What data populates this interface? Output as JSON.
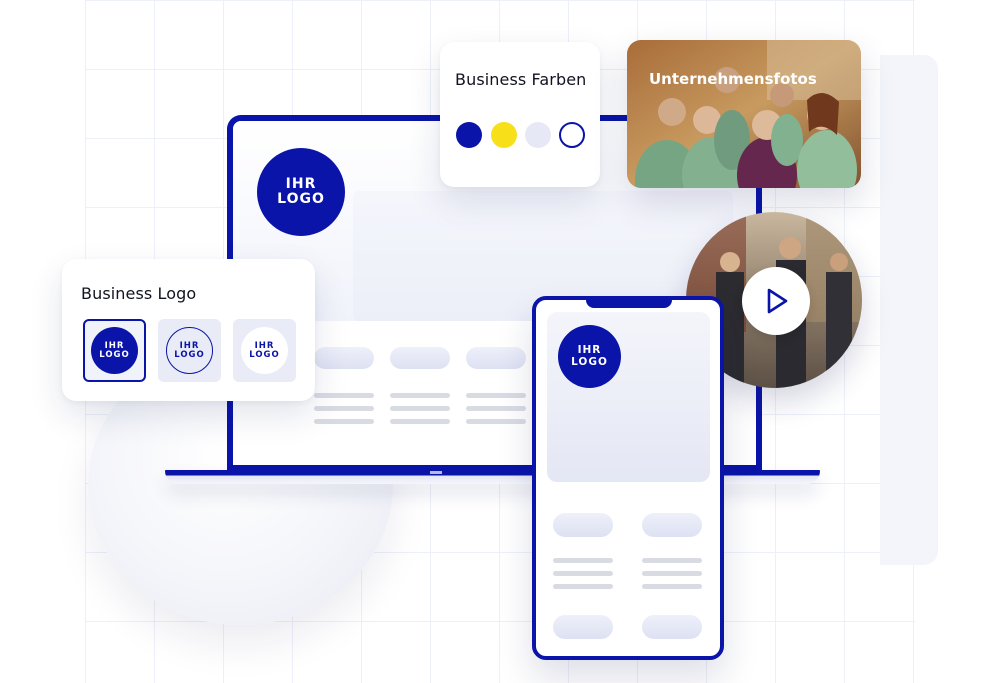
{
  "colors": {
    "brand_blue": "#0a14a8",
    "brand_yellow": "#f7e01a",
    "light_gray_blue": "#e6e9f5",
    "white": "#ffffff",
    "card_title": "#111320"
  },
  "laptop": {
    "logo_line1": "IHR",
    "logo_line2": "LOGO"
  },
  "business_colors_card": {
    "title": "Business Farben",
    "swatches": [
      "#0a14a8",
      "#f7e01a",
      "#e6e9f5",
      "#ffffff-outline"
    ]
  },
  "photos_card": {
    "title": "Unternehmensfotos"
  },
  "video": {
    "icon": "play-icon"
  },
  "business_logo_card": {
    "title": "Business Logo",
    "variants": [
      {
        "line1": "IHR",
        "line2": "LOGO",
        "style": "filled-selected"
      },
      {
        "line1": "IHR",
        "line2": "LOGO",
        "style": "outline"
      },
      {
        "line1": "IHR",
        "line2": "LOGO",
        "style": "white"
      }
    ]
  },
  "phone": {
    "logo_line1": "IHR",
    "logo_line2": "LOGO"
  }
}
